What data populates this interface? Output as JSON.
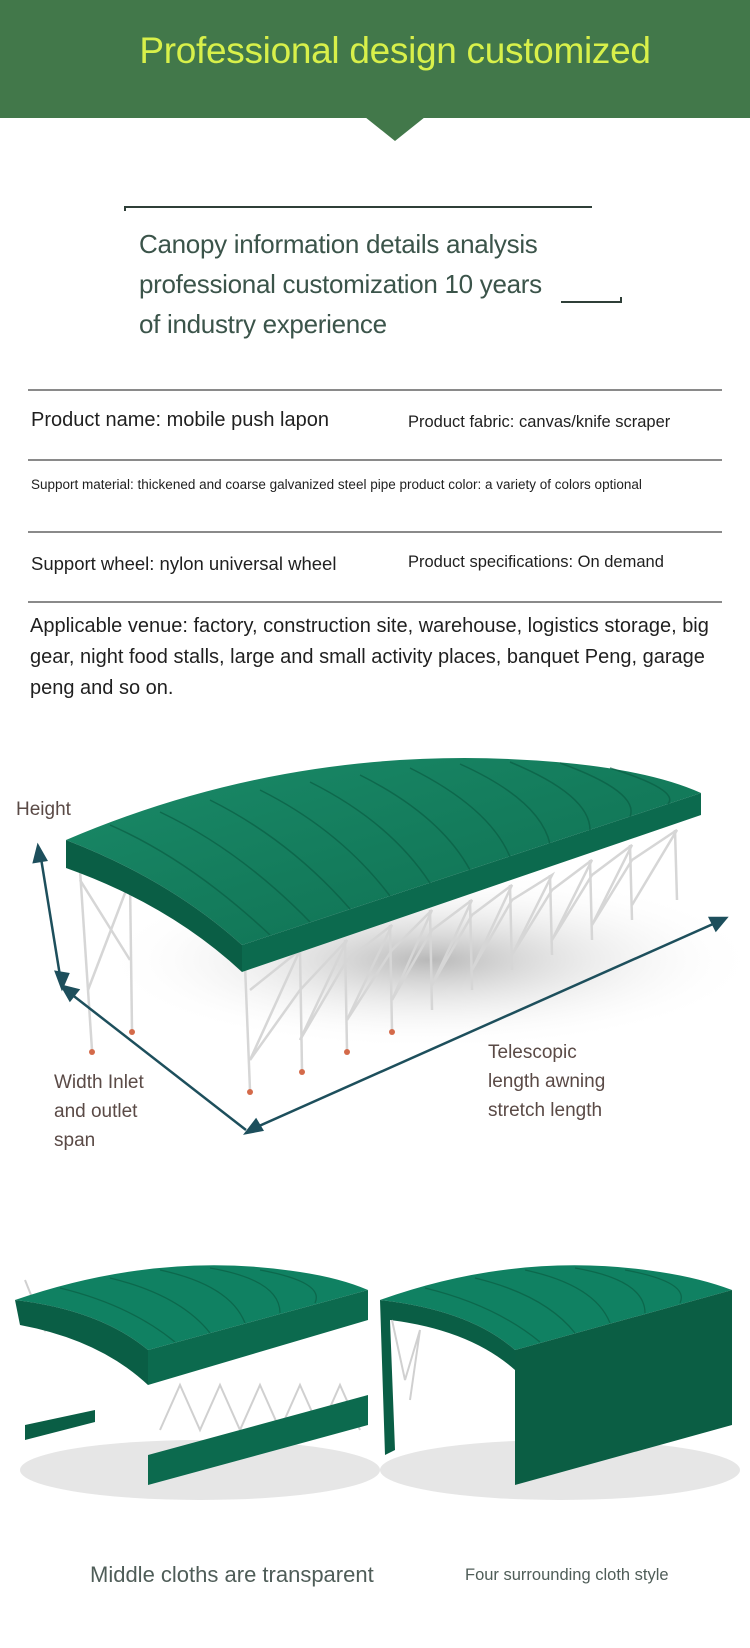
{
  "banner": {
    "title": "Professional design customized",
    "color": "#42784a",
    "title_color": "#d8f04a"
  },
  "intro": {
    "lines": [
      "Canopy information details analysis",
      "professional customization 10 years",
      "of industry experience"
    ]
  },
  "specs": {
    "product_name": "Product name: mobile push lapon",
    "product_fabric": "Product fabric: canvas/knife scraper",
    "support_material": "Support material: thickened and coarse galvanized steel pipe product color: a variety of colors optional",
    "support_wheel": "Support wheel: nylon universal wheel",
    "product_specifications": "Product specifications: On demand",
    "applicable_venue": "Applicable venue: factory, construction site, warehouse, logistics storage, big gear, night food stalls, large and small activity places, banquet Peng, garage peng and so on."
  },
  "diagram": {
    "height_label": "Height",
    "width_label_lines": [
      "Width Inlet",
      "and outlet",
      "span"
    ],
    "length_label_lines": [
      "Telescopic",
      "length awning",
      "stretch length"
    ],
    "canopy_color": "#0f7a5a",
    "arrow_color": "#1d4f5c"
  },
  "styles": {
    "left_caption": "Middle cloths are transparent",
    "right_caption": "Four surrounding cloth style"
  }
}
